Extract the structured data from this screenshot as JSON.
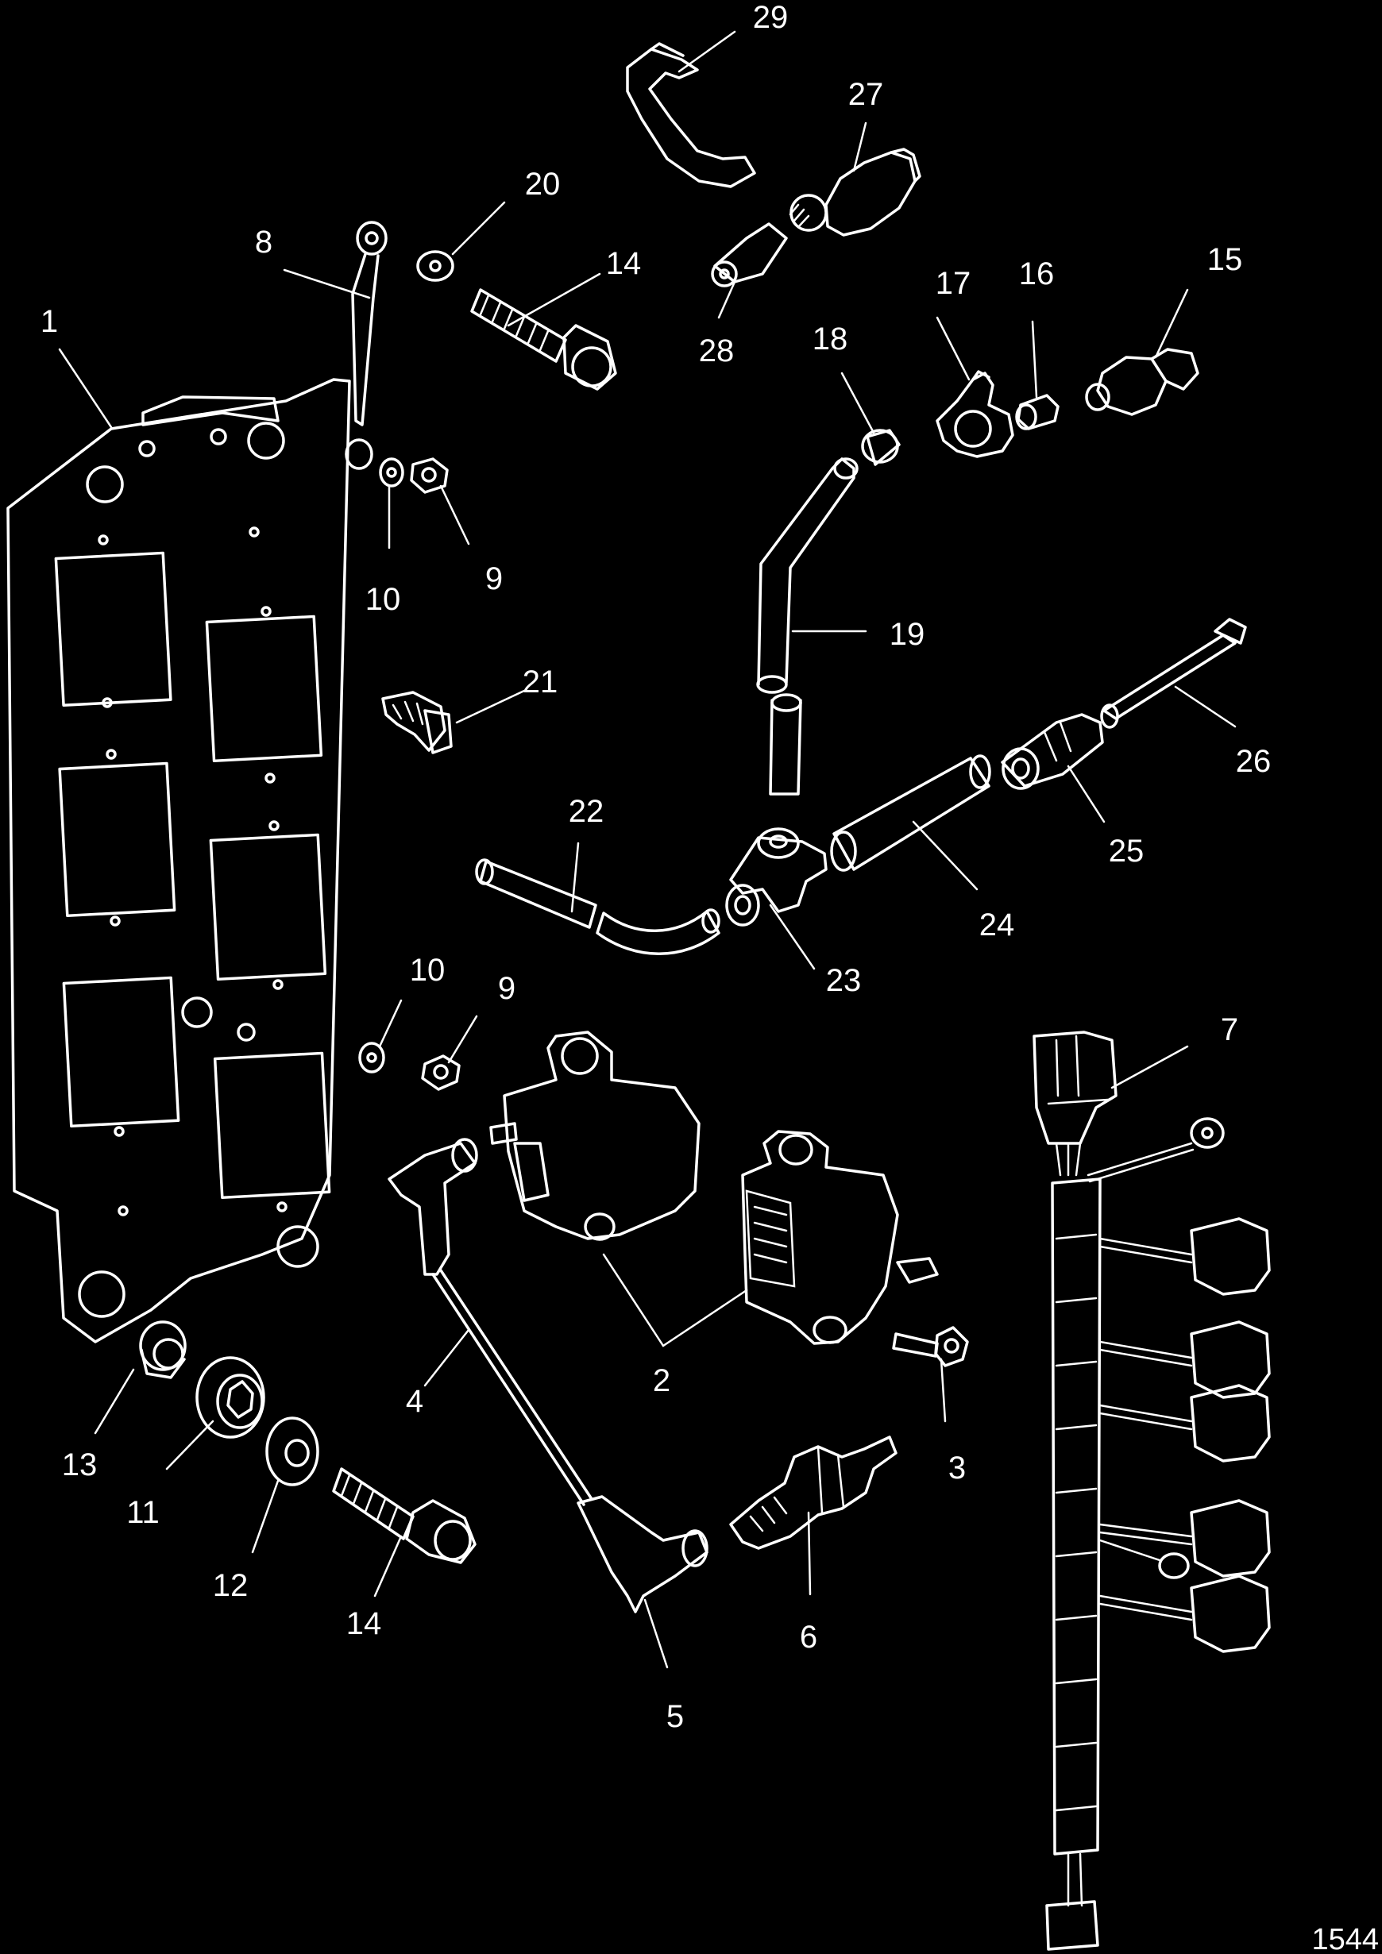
{
  "figure_id": "1544",
  "callouts": [
    "1",
    "2",
    "3",
    "4",
    "5",
    "6",
    "7",
    "8",
    "9",
    "9",
    "10",
    "10",
    "11",
    "12",
    "13",
    "14",
    "14",
    "15",
    "16",
    "17",
    "18",
    "19",
    "20",
    "21",
    "22",
    "23",
    "24",
    "25",
    "26",
    "27",
    "28",
    "29"
  ],
  "colors": {
    "background": "#000000",
    "linework": "#ffffff"
  }
}
